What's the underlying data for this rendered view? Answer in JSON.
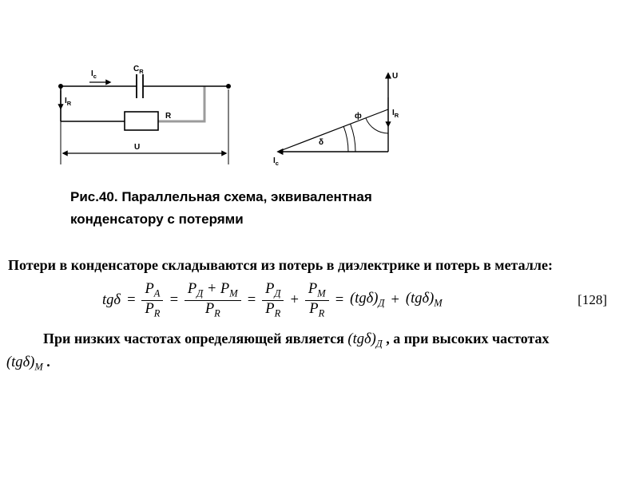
{
  "figure": {
    "caption_line1": "Рис.40. Параллельная схема, эквивалентная",
    "caption_line2": "конденсатору с потерями",
    "labels": {
      "I": "I",
      "sub_c": "с",
      "C": "C",
      "sub_R": "R",
      "R": "R",
      "U": "U",
      "phi": "ф",
      "delta": "δ"
    },
    "colors": {
      "wire_black": "#000000",
      "wire_gray": "#9b9b9b"
    }
  },
  "body": {
    "p1": "Потери в конденсаторе складываются из потерь в диэлектрике и потерь в металле:",
    "p2_before": "При низких частотах определяющей является",
    "p2_mid": " , а при высоких частотах",
    "p2_end": " ."
  },
  "equation": {
    "tg": "tg",
    "delta": "δ",
    "equals": "=",
    "plus": "+",
    "P": "P",
    "sub_A": "А",
    "sub_R": "R",
    "sub_D": "Д",
    "sub_M": "М",
    "lp": "(",
    "rp": ")",
    "number": "[128]"
  }
}
